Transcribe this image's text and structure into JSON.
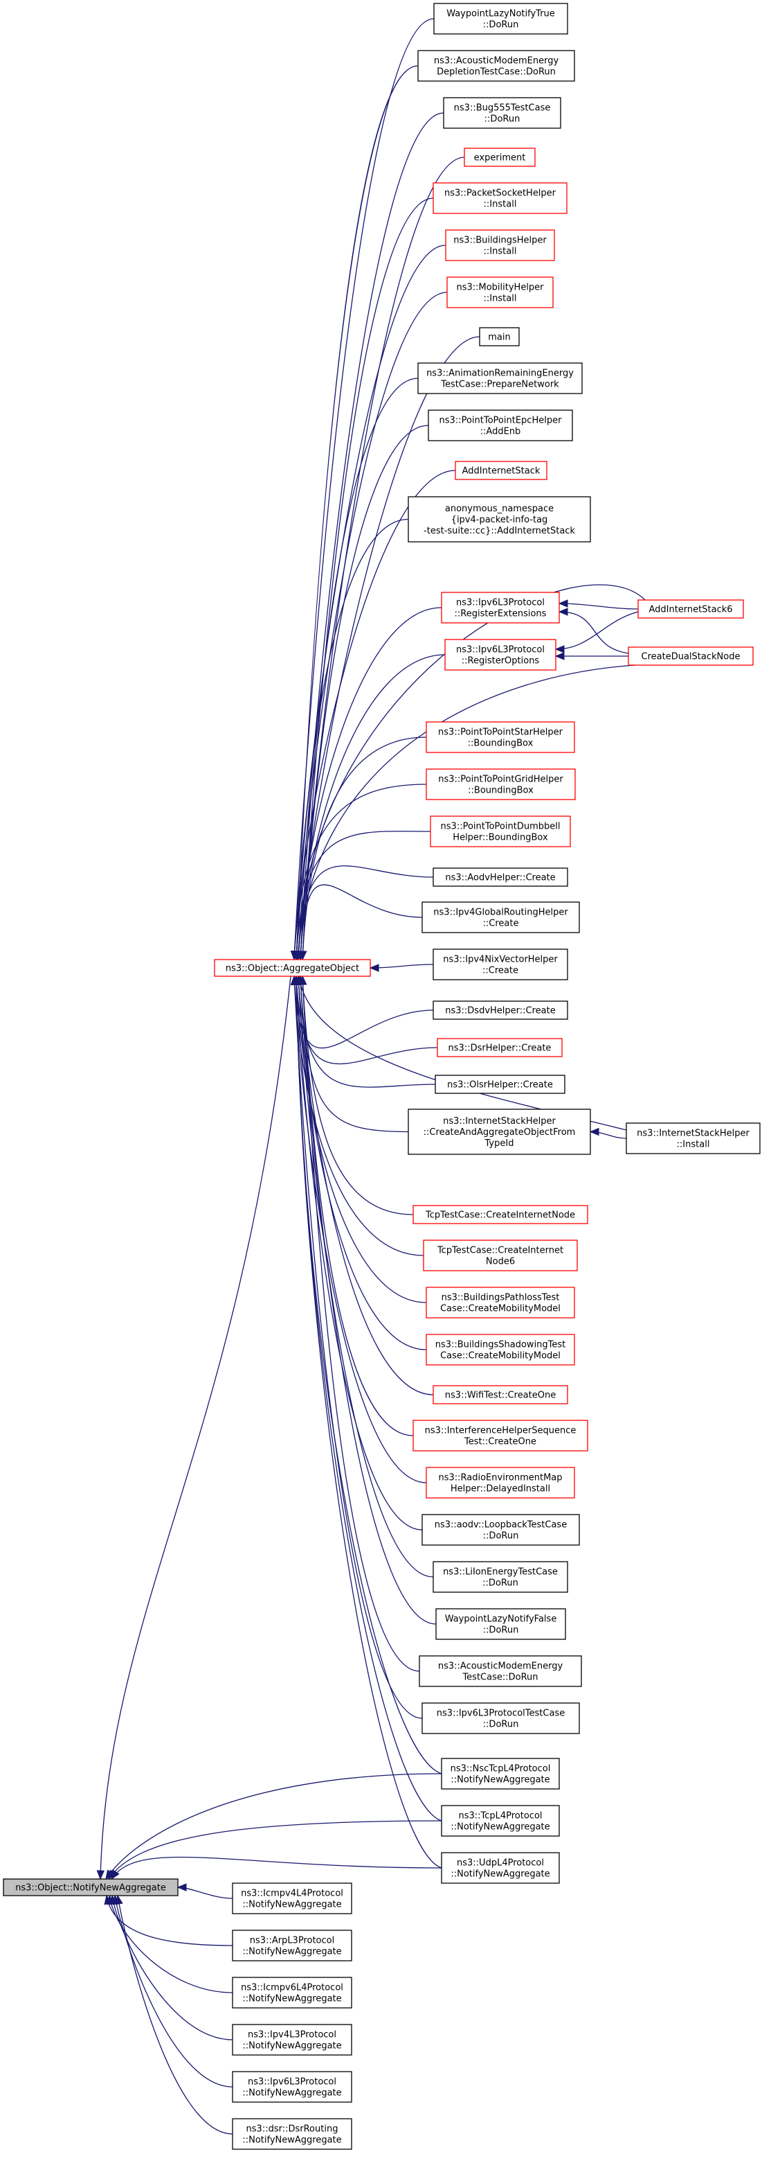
{
  "graph": {
    "root": {
      "label": [
        "ns3::Object::NotifyNewAggregate"
      ],
      "style": "root"
    },
    "hub": {
      "label": [
        "ns3::Object::AggregateObject"
      ],
      "style": "red"
    },
    "callers": [
      {
        "id": "waypointTrue",
        "label": [
          "WaypointLazyNotifyTrue",
          "::DoRun"
        ],
        "style": "black"
      },
      {
        "id": "acousticDepletion",
        "label": [
          "ns3::AcousticModemEnergy",
          "DepletionTestCase::DoRun"
        ],
        "style": "black"
      },
      {
        "id": "bug555",
        "label": [
          "ns3::Bug555TestCase",
          "::DoRun"
        ],
        "style": "black"
      },
      {
        "id": "experiment",
        "label": [
          "experiment"
        ],
        "style": "red"
      },
      {
        "id": "packetSocket",
        "label": [
          "ns3::PacketSocketHelper",
          "::Install"
        ],
        "style": "red"
      },
      {
        "id": "buildings",
        "label": [
          "ns3::BuildingsHelper",
          "::Install"
        ],
        "style": "red"
      },
      {
        "id": "mobility",
        "label": [
          "ns3::MobilityHelper",
          "::Install"
        ],
        "style": "red"
      },
      {
        "id": "main",
        "label": [
          "main"
        ],
        "style": "black"
      },
      {
        "id": "animation",
        "label": [
          "ns3::AnimationRemainingEnergy",
          "TestCase::PrepareNetwork"
        ],
        "style": "black"
      },
      {
        "id": "p2pEpc",
        "label": [
          "ns3::PointToPointEpcHelper",
          "::AddEnb"
        ],
        "style": "black"
      },
      {
        "id": "addInternetStack",
        "label": [
          "AddInternetStack"
        ],
        "style": "red"
      },
      {
        "id": "anonNs",
        "label": [
          "anonymous_namespace",
          "{ipv4-packet-info-tag",
          "-test-suite::cc}::AddInternetStack"
        ],
        "style": "black"
      },
      {
        "id": "regExt",
        "label": [
          "ns3::Ipv6L3Protocol",
          "::RegisterExtensions"
        ],
        "style": "red"
      },
      {
        "id": "regOpt",
        "label": [
          "ns3::Ipv6L3Protocol",
          "::RegisterOptions"
        ],
        "style": "red"
      },
      {
        "id": "p2pStar",
        "label": [
          "ns3::PointToPointStarHelper",
          "::BoundingBox"
        ],
        "style": "red"
      },
      {
        "id": "p2pGrid",
        "label": [
          "ns3::PointToPointGridHelper",
          "::BoundingBox"
        ],
        "style": "red"
      },
      {
        "id": "p2pDumbbell",
        "label": [
          "ns3::PointToPointDumbbell",
          "Helper::BoundingBox"
        ],
        "style": "red"
      },
      {
        "id": "aodv",
        "label": [
          "ns3::AodvHelper::Create"
        ],
        "style": "black"
      },
      {
        "id": "ipv4Global",
        "label": [
          "ns3::Ipv4GlobalRoutingHelper",
          "::Create"
        ],
        "style": "black"
      },
      {
        "id": "ipv4Nix",
        "label": [
          "ns3::Ipv4NixVectorHelper",
          "::Create"
        ],
        "style": "black"
      },
      {
        "id": "dsdv",
        "label": [
          "ns3::DsdvHelper::Create"
        ],
        "style": "black"
      },
      {
        "id": "dsr",
        "label": [
          "ns3::DsrHelper::Create"
        ],
        "style": "red"
      },
      {
        "id": "olsr",
        "label": [
          "ns3::OlsrHelper::Create"
        ],
        "style": "black"
      },
      {
        "id": "createAgg",
        "label": [
          "ns3::InternetStackHelper",
          "::CreateAndAggregateObjectFrom",
          "TypeId"
        ],
        "style": "black"
      },
      {
        "id": "tcpNode",
        "label": [
          "TcpTestCase::CreateInternetNode"
        ],
        "style": "red"
      },
      {
        "id": "tcpNode6",
        "label": [
          "TcpTestCase::CreateInternet",
          "Node6"
        ],
        "style": "red"
      },
      {
        "id": "bldPathloss",
        "label": [
          "ns3::BuildingsPathlossTest",
          "Case::CreateMobilityModel"
        ],
        "style": "red"
      },
      {
        "id": "bldShadow",
        "label": [
          "ns3::BuildingsShadowingTest",
          "Case::CreateMobilityModel"
        ],
        "style": "red"
      },
      {
        "id": "wifiTest",
        "label": [
          "ns3::WifiTest::CreateOne"
        ],
        "style": "red"
      },
      {
        "id": "interference",
        "label": [
          "ns3::InterferenceHelperSequence",
          "Test::CreateOne"
        ],
        "style": "red"
      },
      {
        "id": "radioEnv",
        "label": [
          "ns3::RadioEnvironmentMap",
          "Helper::DelayedInstall"
        ],
        "style": "red"
      },
      {
        "id": "aodvLoopback",
        "label": [
          "ns3::aodv::LoopbackTestCase",
          "::DoRun"
        ],
        "style": "black"
      },
      {
        "id": "liIon",
        "label": [
          "ns3::LiIonEnergyTestCase",
          "::DoRun"
        ],
        "style": "black"
      },
      {
        "id": "waypointFalse",
        "label": [
          "WaypointLazyNotifyFalse",
          "::DoRun"
        ],
        "style": "black"
      },
      {
        "id": "acousticModem",
        "label": [
          "ns3::AcousticModemEnergy",
          "TestCase::DoRun"
        ],
        "style": "black"
      },
      {
        "id": "ipv6Test",
        "label": [
          "ns3::Ipv6L3ProtocolTestCase",
          "::DoRun"
        ],
        "style": "black"
      }
    ],
    "aggregate_callers": [
      {
        "id": "nscTcp",
        "label": [
          "ns3::NscTcpL4Protocol",
          "::NotifyNewAggregate"
        ],
        "style": "black"
      },
      {
        "id": "tcpL4",
        "label": [
          "ns3::TcpL4Protocol",
          "::NotifyNewAggregate"
        ],
        "style": "black"
      },
      {
        "id": "udpL4",
        "label": [
          "ns3::UdpL4Protocol",
          "::NotifyNewAggregate"
        ],
        "style": "black"
      }
    ],
    "direct_callers": [
      {
        "id": "icmpv4",
        "label": [
          "ns3::Icmpv4L4Protocol",
          "::NotifyNewAggregate"
        ],
        "style": "black"
      },
      {
        "id": "arpL3",
        "label": [
          "ns3::ArpL3Protocol",
          "::NotifyNewAggregate"
        ],
        "style": "black"
      },
      {
        "id": "icmpv6",
        "label": [
          "ns3::Icmpv6L4Protocol",
          "::NotifyNewAggregate"
        ],
        "style": "black"
      },
      {
        "id": "ipv4L3",
        "label": [
          "ns3::Ipv4L3Protocol",
          "::NotifyNewAggregate"
        ],
        "style": "black"
      },
      {
        "id": "ipv6L3",
        "label": [
          "ns3::Ipv6L3Protocol",
          "::NotifyNewAggregate"
        ],
        "style": "black"
      },
      {
        "id": "dsrRouting",
        "label": [
          "ns3::dsr::DsrRouting",
          "::NotifyNewAggregate"
        ],
        "style": "black"
      }
    ],
    "secondary": [
      {
        "id": "addInternetStack6",
        "label": [
          "AddInternetStack6"
        ],
        "style": "red"
      },
      {
        "id": "createDual",
        "label": [
          "CreateDualStackNode"
        ],
        "style": "red"
      },
      {
        "id": "ishInstall",
        "label": [
          "ns3::InternetStackHelper",
          "::Install"
        ],
        "style": "black"
      }
    ]
  }
}
